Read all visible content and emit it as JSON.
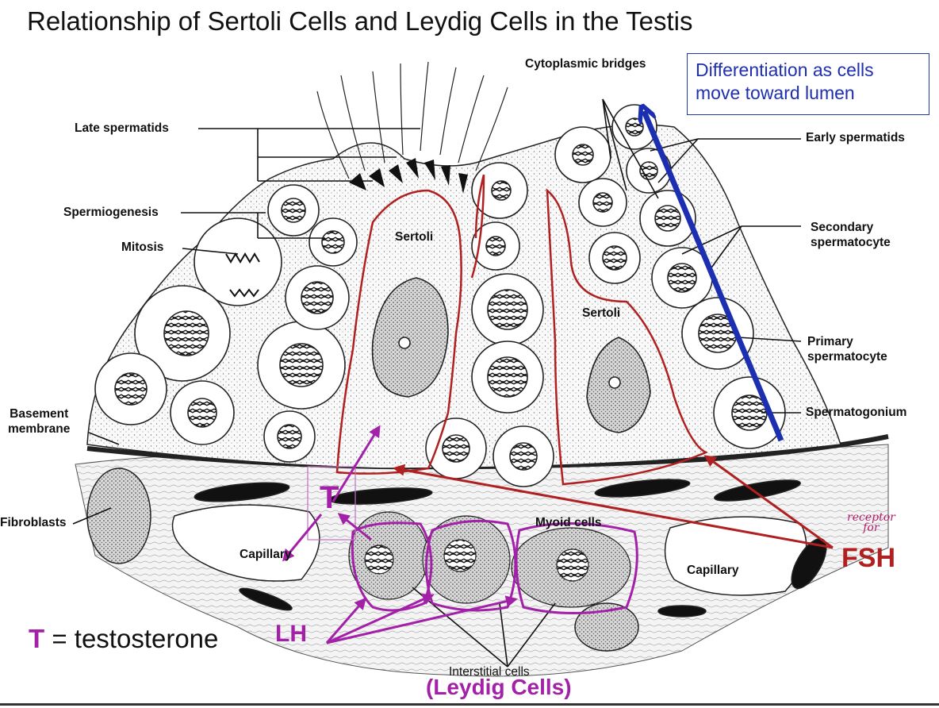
{
  "title": "Relationship of Sertoli Cells and Leydig Cells in the Testis",
  "callout": {
    "text_line1": "Differentiation as cells",
    "text_line2": "move toward lumen"
  },
  "labels": {
    "cytoplasmic_bridges": "Cytoplasmic bridges",
    "late_spermatids": "Late spermatids",
    "spermiogenesis": "Spermiogenesis",
    "mitosis": "Mitosis",
    "sertoli_left": "Sertoli",
    "sertoli_right": "Sertoli",
    "early_spermatids": "Early spermatids",
    "secondary_spermatocyte_1": "Secondary",
    "secondary_spermatocyte_2": "spermatocyte",
    "primary_spermatocyte_1": "Primary",
    "primary_spermatocyte_2": "spermatocyte",
    "spermatogonium": "Spermatogonium",
    "basement_membrane_1": "Basement",
    "basement_membrane_2": "membrane",
    "fibroblasts": "Fibroblasts",
    "capillary_left": "Capillary",
    "capillary_right": "Capillary",
    "myoid_cells": "Myoid cells",
    "interstitial_cells": "Interstitial cells"
  },
  "annotations": {
    "receptor_line1": "receptor",
    "receptor_line2": "for",
    "fsh": "FSH",
    "t_symbol": "T",
    "t_definition": " = testosterone",
    "lh": "LH",
    "t_mark": "T",
    "leydig": "(Leydig Cells)"
  },
  "colors": {
    "fsh_red": "#b02020",
    "lh_purple": "#a321a8",
    "arrow_blue": "#1c2fb0",
    "ink": "#111111"
  }
}
